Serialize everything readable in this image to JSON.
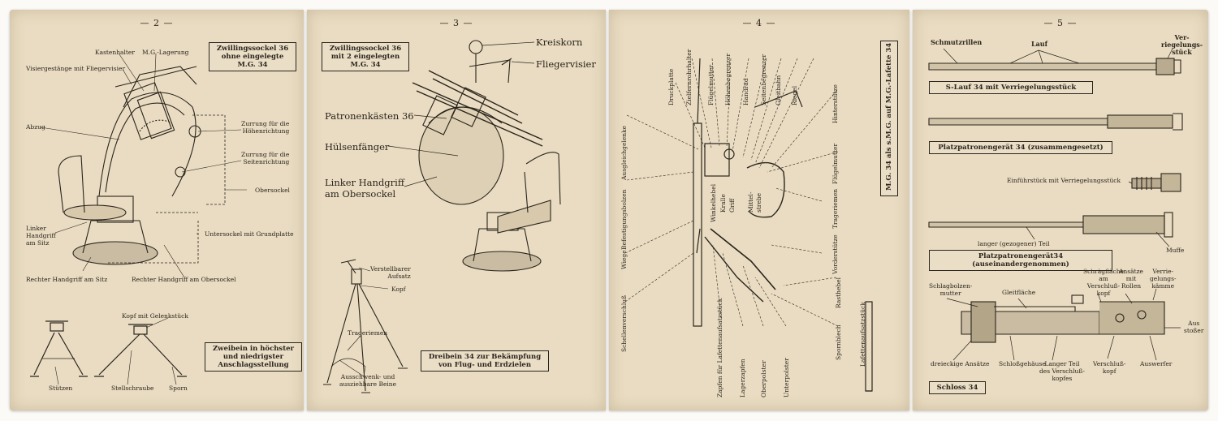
{
  "pages": [
    {
      "number": "— 2 —",
      "labels": {
        "kastenhalter": "Kastenhalter",
        "mg_lagerung": "M.G.-Lagerung",
        "visiergestaenge": "Visiergestänge mit Fliegervisier",
        "abzug": "Abzug",
        "zurrung_hoehe_1": "Zurrung für die",
        "zurrung_hoehe_2": "Höhenrichtung",
        "zurrung_seite_1": "Zurrung für die",
        "zurrung_seite_2": "Seitenrichtung",
        "obersockel": "Obersockel",
        "linker_handgriff_1": "Linker",
        "linker_handgriff_2": "Handgriff",
        "linker_handgriff_3": "am Sitz",
        "untersockel": "Untersockel mit Grundplatte",
        "rechter_handgriff_sitz": "Rechter Handgriff am Sitz",
        "rechter_handgriff_obersockel": "Rechter Handgriff am Obersockel",
        "kopf_gelenk": "Kopf mit Gelenkstück",
        "stuetzen": "Stützen",
        "stellschraube": "Stellschraube",
        "sporn": "Sporn"
      },
      "box_top": [
        "Zwillingssockel 36",
        "ohne eingelegte",
        "M.G. 34"
      ],
      "box_bottom": [
        "Zweibein in höchster",
        "und niedrigster",
        "Anschlagsstellung"
      ]
    },
    {
      "number": "— 3 —",
      "labels": {
        "kreiskorn": "Kreiskorn",
        "fliegervisier": "Fliegervisier",
        "patronenkasten": "Patronenkästen 36",
        "huelsenfaenger": "Hülsenfänger",
        "linker_handgriff_1": "Linker Handgriff",
        "linker_handgriff_2": "am Obersockel",
        "verstellbarer_1": "Verstellbarer",
        "verstellbarer_2": "Aufsatz",
        "kopf": "Kopf",
        "trageriemen": "Trageriemen",
        "ausschwenk_1": "Ausschwenk- und",
        "ausschwenk_2": "ausziehbare Beine"
      },
      "box_top": [
        "Zwillingssockel 36",
        "mit 2 eingelegten",
        "M.G. 34"
      ],
      "box_bottom": [
        "Dreibein 34 zur Bekämpfung",
        "von Flug- und Erdzielen"
      ]
    },
    {
      "number": "— 4 —",
      "vlabels": {
        "ausgleichgelenke": "Ausgleichgelenke",
        "druckplatte": "Druckplatte",
        "zieifernrohrhalter": "Zielfernrohrhalter",
        "fluegelmutter": "Flügelmutter",
        "hoehenbegrenzer": "Höhenbegrenzer",
        "handrad": "Handrad",
        "seitenbegrenzer": "Seitenbegrenzer",
        "gleitbahn": "Gleitbahn",
        "riegel": "Riegel",
        "hinterstuetze": "Hinterstütze",
        "fluegelmutter2": "Flügelmutter",
        "befestigungsbolzen": "Befestigungsbolzen",
        "winkelhebel": "Winkelhebel",
        "kralle": "Kralle",
        "griff": "Griff",
        "mittelstreb": "Mittel-",
        "mittelstreb2": "strebe",
        "trageriemen": "Trageriemen",
        "vorderstuetze": "Vorderstütze",
        "wiege": "Wiege",
        "schellenverschluss": "Schellenverschluß",
        "zapfen": "Zapfen für Lafettenaufsatzstück",
        "lagerzapfen": "Lagerzapfen",
        "oberpolster": "Oberpolster",
        "unterpolster": "Unterpolster",
        "rasthebel": "Rasthebel",
        "spornblech": "Spornblech",
        "lafettenaufsatzstueck": "Lafettenaufsatzstück"
      },
      "title_box": "M.G. 34 als s.M.G. auf M.G.-Lafette 34"
    },
    {
      "number": "— 5 —",
      "labels": {
        "schmutzrillen": "Schmutzrillen",
        "lauf": "Lauf",
        "verriegelung_1": "Ver-",
        "verriegelung_2": "riegelungs-",
        "verriegelung_3": "stück",
        "einfuehrstueck": "Einführstück mit Verriegelungsstück",
        "langer_teil": "langer (gezogener) Teil",
        "muffe": "Muffe",
        "schlagbolzen_1": "Schlagbolzen-",
        "schlagbolzen_2": "mutter",
        "gleitflaeche": "Gleitfläche",
        "schraegflaeche_1": "Schrägfläche",
        "schraegflaeche_2": "am",
        "schraegflaeche_3": "Verschluß-",
        "schraegflaeche_4": "kopf",
        "ansaetze_1": "Ansätze",
        "ansaetze_2": "mit",
        "ansaetze_3": "Rollen",
        "verriegelungskaemme_1": "Verrie-",
        "verriegelungskaemme_2": "gelungs-",
        "verriegelungskaemme_3": "kämme",
        "ausstosser_1": "Aus",
        "ausstosser_2": "stoßer",
        "dreieckige": "dreieckige Ansätze",
        "schlossgehaeuse": "Schloßgehäuse",
        "langer_teil_verschluss_1": "Langer Teil",
        "langer_teil_verschluss_2": "des Verschluß-",
        "langer_teil_verschluss_3": "kopfes",
        "verschlusskopf_1": "Verschluß-",
        "verschlusskopf_2": "kopf",
        "auswerfer": "Auswerfer"
      },
      "box_lauf": "S-Lauf 34 mit Verriegelungsstück",
      "box_platz1": "Platzpatronengerät 34 (zusammengesetzt)",
      "box_platz2": "Platzpatronengerät34 (auseinandergenommen)",
      "box_schloss": "Schloss 34"
    }
  ]
}
